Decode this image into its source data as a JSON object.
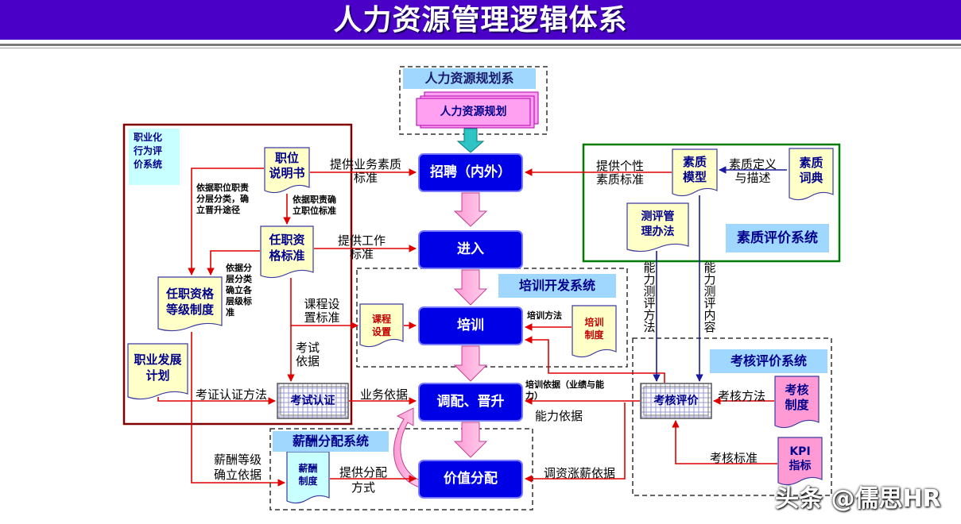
{
  "title": "人力资源管理逻辑体系",
  "systems": {
    "planning": "人力资源规划系",
    "career_behavior": [
      "职业化",
      "行为评",
      "价系统"
    ],
    "competency": "素质评价系统",
    "training": "培训开发系统",
    "appraisal": "考核评价系统",
    "compensation": "薪酬分配系统"
  },
  "nodes": {
    "hr_planning": "人力资源规划",
    "recruit": "招聘（内外）",
    "entry": "进入",
    "training": "培训",
    "transfer": "调配、晋升",
    "value_dist": "价值分配",
    "job_desc": [
      "职位",
      "说明书"
    ],
    "qual_std": [
      "任职资",
      "格标准"
    ],
    "qual_grade": [
      "任职资格",
      "等级制度"
    ],
    "career_plan": [
      "职业发展",
      "计划"
    ],
    "exam": "考试认证",
    "course": [
      "课程",
      "设置"
    ],
    "train_sys": [
      "培训",
      "制度"
    ],
    "comp_model": [
      "素质",
      "模型"
    ],
    "comp_dict": [
      "素质",
      "词典"
    ],
    "eval_method": [
      "测评管",
      "理办法"
    ],
    "appraisal_eval": "考核评价",
    "appraisal_sys": [
      "考核",
      "制度"
    ],
    "kpi": [
      "KPI",
      "指标"
    ],
    "salary_sys": [
      "薪酬",
      "制度"
    ]
  },
  "labels": {
    "biz_quality": [
      "提供业务素质",
      "标准"
    ],
    "indiv_quality": [
      "提供个性",
      "素质标准"
    ],
    "comp_def": [
      "素质定义",
      "与描述"
    ],
    "by_duty_grade": [
      "依据职位职责",
      "分层分类，确",
      "立晋升途径"
    ],
    "by_duty_std": [
      "依据职责确",
      "立职位标准"
    ],
    "work_std": [
      "提供工作",
      "标准"
    ],
    "layered": [
      "依据分",
      "层分类",
      "确立各",
      "层级标",
      "准"
    ],
    "course_std": [
      "课程设",
      "置标准"
    ],
    "exam_basis": [
      "考试",
      "依据"
    ],
    "train_method": "培训方法",
    "ability_method": "能力测评方法",
    "ability_content": "能力测评内容",
    "train_basis": [
      "培训依据（业绩与能",
      "力）"
    ],
    "cert_method": "考证认证方法",
    "biz_basis": "业务依据",
    "ability_basis": "能力依据",
    "appraisal_method": "考核方法",
    "appraisal_std": "考核标准",
    "salary_grade": [
      "薪酬等级",
      "确立依据"
    ],
    "dist_method": [
      "提供分配",
      "方式"
    ],
    "salary_basis": "调资涨薪依据"
  },
  "watermark": "头条 @儒思HR",
  "colors": {
    "title_bg": "#4b00c8",
    "node_blue": "#0000e6",
    "doc_yellow": "#ffffc8",
    "label_bg": "#9fd7ff",
    "pink": "#ffa0f0",
    "arrow_red": "#e00000",
    "box_maroon": "#800000",
    "box_green": "#007a00"
  }
}
